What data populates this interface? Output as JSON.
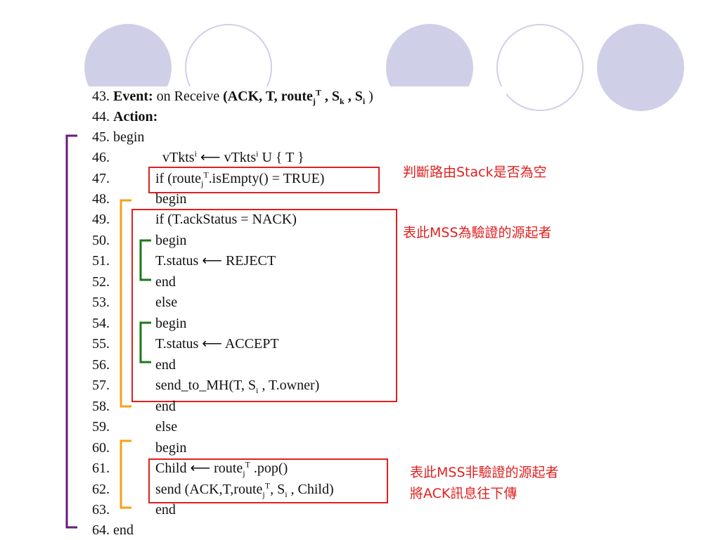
{
  "theme": {
    "accent_circle": "#cfd0e8",
    "bracket_outer": "#6a1b7a",
    "bracket_mid": "#f5a21b",
    "bracket_inner": "#1a7a1a",
    "annotation": "#e02020"
  },
  "lines": {
    "l43": {
      "num": "43.",
      "kw": "Event:",
      "text": " on Receive ",
      "bold": "(ACK, T, route",
      "sub": "j",
      "sup": "T",
      "rest": " , S",
      "sub2": "k",
      "rest2": " , S",
      "sub3": "i",
      "rest3": " )"
    },
    "l44": {
      "num": "44.",
      "kw": "Action:"
    },
    "l45": {
      "num": "45.",
      "text": "begin"
    },
    "l46": {
      "num": "46.",
      "a": "vTkts",
      "asup": "i",
      "b": " ⟵ vTkts",
      "bsup": "i",
      "c": " U { T }"
    },
    "l47": {
      "num": "47.",
      "a": "if (route",
      "sub": "j",
      "sup": "T",
      "b": ".isEmpty() = TRUE)"
    },
    "l48": {
      "num": "48.",
      "text": "begin"
    },
    "l49": {
      "num": "49.",
      "text": "if (T.ackStatus = NACK)"
    },
    "l50": {
      "num": "50.",
      "text": "begin"
    },
    "l51": {
      "num": "51.",
      "text": "T.status ⟵ REJECT"
    },
    "l52": {
      "num": "52.",
      "text": "end"
    },
    "l53": {
      "num": "53.",
      "text": "else"
    },
    "l54": {
      "num": "54.",
      "text": "begin"
    },
    "l55": {
      "num": "55.",
      "text": "T.status ⟵ ACCEPT"
    },
    "l56": {
      "num": "56.",
      "text": "end"
    },
    "l57": {
      "num": "57.",
      "a": "send_to_MH(T, S",
      "sub": "i",
      "b": " , T.owner)"
    },
    "l58": {
      "num": "58.",
      "text": "end"
    },
    "l59": {
      "num": "59.",
      "text": "else"
    },
    "l60": {
      "num": "60.",
      "text": "begin"
    },
    "l61": {
      "num": "61.",
      "a": "Child ⟵ route",
      "sub": "j",
      "sup": "T",
      "b": " .pop()"
    },
    "l62": {
      "num": "62.",
      "a": "send (ACK,T,route",
      "sub": "j",
      "sup": "T",
      "b": ", S",
      "sub2": "i",
      "c": " , Child)"
    },
    "l63": {
      "num": "63.",
      "text": "end"
    },
    "l64": {
      "num": "64.",
      "text": "end"
    }
  },
  "annotations": {
    "stack_empty": "判斷路由Stack是否為空",
    "mss_source": "表此MSS為驗證的源起者",
    "mss_not_source_1": "表此MSS非驗證的源起者",
    "mss_not_source_2": "將ACK訊息往下傳"
  }
}
